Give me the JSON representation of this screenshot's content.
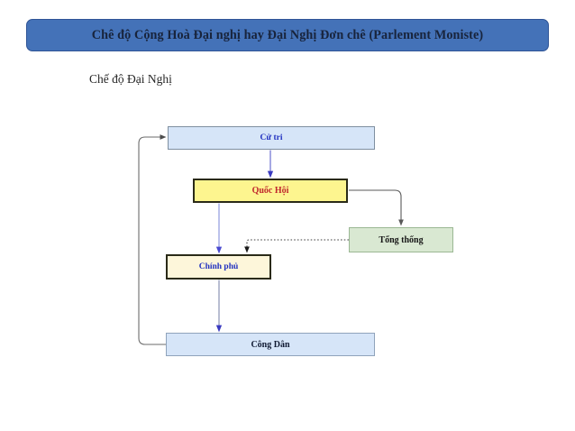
{
  "slide": {
    "title": "Chê độ Cộng Hoà Đại nghị hay Đại Nghị Đơn chê (Parlement Moniste)",
    "subtitle": "Chế độ Đại Nghị",
    "title_bar_color": "#4472b8",
    "title_text_color": "#18243c",
    "background_color": "#ffffff"
  },
  "diagram": {
    "nodes": [
      {
        "id": "cu-tri",
        "label": "Cử tri",
        "fill": "#d6e5f8",
        "border": "#7f8fa0",
        "text_color": "#2030c0"
      },
      {
        "id": "quoc-hoi",
        "label": "Quốc Hội",
        "fill": "#fdf58f",
        "border": "#2a2a18",
        "text_color": "#c0272d"
      },
      {
        "id": "tong-thong",
        "label": "Tổng thống",
        "fill": "#d9e8d2",
        "border": "#9bb894",
        "text_color": "#161616"
      },
      {
        "id": "chinh-phu",
        "label": "Chính phủ",
        "fill": "#fdf6da",
        "border": "#2a2a18",
        "text_color": "#2030c0"
      },
      {
        "id": "cong-dan",
        "label": "Công Dân",
        "fill": "#d6e5f8",
        "border": "#8fa3bb",
        "text_color": "#101a33"
      }
    ],
    "connectors": [
      {
        "id": "cu-tri-to-quoc-hoi",
        "from": "cu-tri",
        "to": "quoc-hoi",
        "style": "solid",
        "color": "#6b6fd0"
      },
      {
        "id": "quoc-hoi-to-chinh-phu",
        "from": "quoc-hoi",
        "to": "chinh-phu",
        "style": "solid",
        "color": "#8f9ae0"
      },
      {
        "id": "quoc-hoi-to-tong-thong",
        "from": "quoc-hoi",
        "to": "tong-thong",
        "style": "solid",
        "color": "#595959"
      },
      {
        "id": "tong-thong-to-chinh-phu",
        "from": "tong-thong",
        "to": "chinh-phu",
        "style": "dotted",
        "color": "#3f3f3f"
      },
      {
        "id": "chinh-phu-to-cong-dan",
        "from": "chinh-phu",
        "to": "cong-dan",
        "style": "solid",
        "color": "#8a93b5"
      },
      {
        "id": "cong-dan-to-cu-tri",
        "from": "cong-dan",
        "to": "cu-tri",
        "style": "solid",
        "color": "#6b6b6b"
      }
    ]
  }
}
